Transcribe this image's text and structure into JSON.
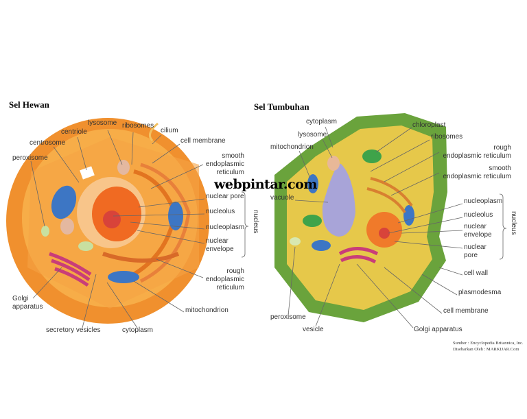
{
  "animal": {
    "title": "Sel Hewan",
    "labels": {
      "lysosome": "lysosome",
      "ribosomes": "ribosomes",
      "cilium": "cilium",
      "centriole": "centriole",
      "cell_membrane": "cell membrane",
      "centrosome": "centrosome",
      "peroxisome": "peroxisome",
      "smooth_er": [
        "smooth",
        "endoplasmic",
        "reticulum"
      ],
      "nuclear_pore": "nuclear pore",
      "nucleolus": "nucleolus",
      "nucleoplasm": "nucleoplasm",
      "nuclear_envelope": [
        "nuclear",
        "envelope"
      ],
      "nucleus": "nucleus",
      "rough_er": [
        "rough",
        "endoplasmic",
        "reticulum"
      ],
      "golgi": [
        "Golgi",
        "apparatus"
      ],
      "mitochondrion": "mitochondrion",
      "secretory_vesicles": "secretory vesicles",
      "cytoplasm": "cytoplasm"
    }
  },
  "plant": {
    "title": "Sel Tumbuhan",
    "labels": {
      "cytoplasm": "cytoplasm",
      "chloroplast": "chloroplast",
      "lysosome": "lysosome",
      "ribosomes": "ribosomes",
      "mitochondrion": "mitochondrion",
      "rough_er": [
        "rough",
        "endoplasmic reticulum"
      ],
      "smooth_er": [
        "smooth",
        "endoplasmic reticulum"
      ],
      "vacuole": "vacuole",
      "nucleoplasm": "nucleoplasm",
      "nucleolus": "nucleolus",
      "nuclear_envelope": [
        "nuclear",
        "envelope"
      ],
      "nuclear_pore": [
        "nuclear",
        "pore"
      ],
      "nucleus": "nucleus",
      "cell_wall": "cell wall",
      "plasmodesma": "plasmodesma",
      "cell_membrane": "cell membrane",
      "peroxisome": "peroxisome",
      "vesicle": "vesicle",
      "golgi": "Golgi apparatus"
    }
  },
  "watermark": "webpintar.com",
  "credits": [
    "Sumber : Encyclopedia Britannica, Inc.",
    "Disebarkan Oleh : MARKIJAR.Com"
  ],
  "colors": {
    "animal_outer": "#f29a3a",
    "animal_inner": "#f7b04a",
    "plant_wall": "#6aa33c",
    "plant_cytoplasm": "#e8c94a",
    "vacuole": "#a8a4d8"
  }
}
